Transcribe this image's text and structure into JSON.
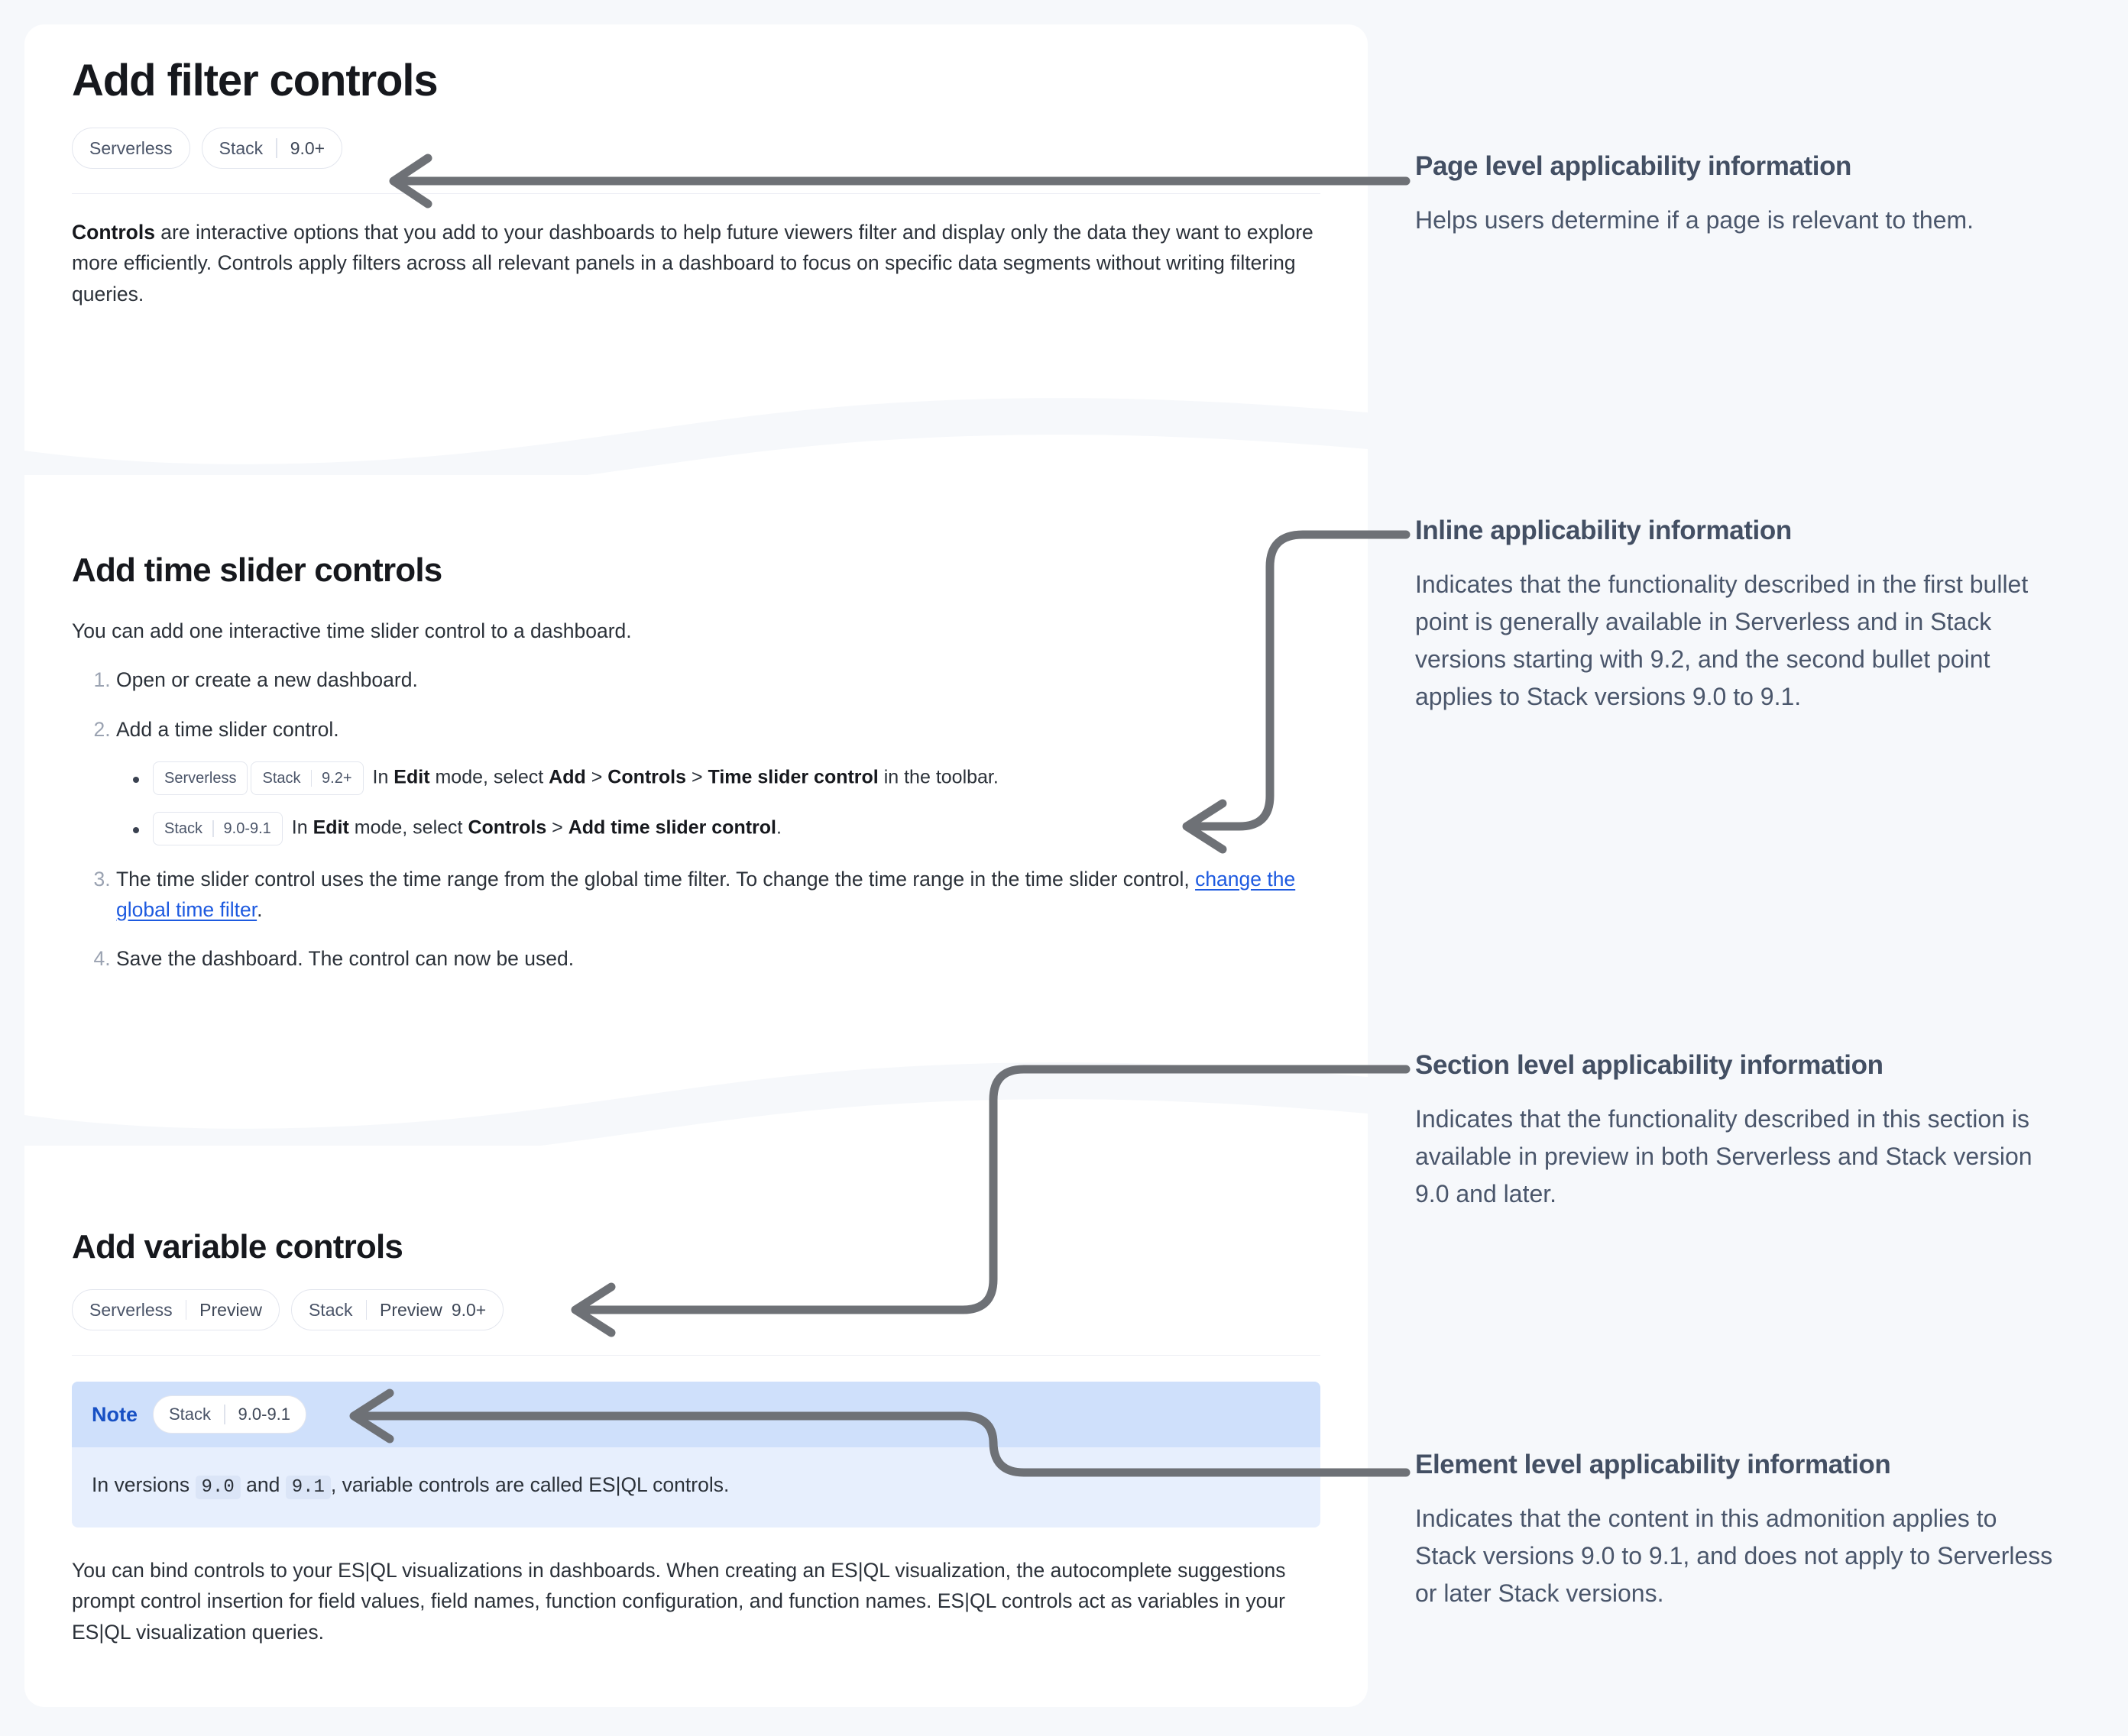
{
  "doc": {
    "page_title": "Add filter controls",
    "page_applicability": [
      {
        "label": "Serverless",
        "sub": "",
        "value": ""
      },
      {
        "label": "Stack",
        "sub": "",
        "value": "9.0+"
      }
    ],
    "intro_lead": "Controls",
    "intro_rest": " are interactive options that you add to your dashboards to help future viewers filter and display only the data they want to explore more efficiently. Controls apply filters across all relevant panels in a dashboard to focus on specific data segments without writing filtering queries.",
    "time_section": {
      "title": "Add time slider controls",
      "lead": "You can add one interactive time slider control to a dashboard.",
      "step1": "Open or create a new dashboard.",
      "step2": "Add a time slider control.",
      "bullets": [
        {
          "badges": [
            {
              "label": "Serverless",
              "value": ""
            },
            {
              "label": "Stack",
              "value": "9.2+"
            }
          ],
          "pre": "In ",
          "b1": "Edit",
          "mid1": " mode, select ",
          "b2": "Add",
          "sep1": " > ",
          "b3": "Controls",
          "sep2": " > ",
          "b4": "Time slider control",
          "tail": " in the toolbar."
        },
        {
          "badges": [
            {
              "label": "Stack",
              "value": "9.0-9.1"
            }
          ],
          "pre": "In ",
          "b1": "Edit",
          "mid1": " mode, select ",
          "b2": "Controls",
          "sep1": " > ",
          "b3": "Add time slider control",
          "sep2": "",
          "b4": "",
          "tail": "."
        }
      ],
      "step3_pre": "The time slider control uses the time range from the global time filter. To change the time range in the time slider control, ",
      "step3_link": "change the global time filter",
      "step3_post": ".",
      "step4": "Save the dashboard. The control can now be used."
    },
    "variable_section": {
      "title": "Add variable controls",
      "applicability": [
        {
          "label": "Serverless",
          "sub": "Preview",
          "value": ""
        },
        {
          "label": "Stack",
          "sub": "Preview",
          "value": "9.0+"
        }
      ],
      "note": {
        "label": "Note",
        "badge": {
          "label": "Stack",
          "value": "9.0-9.1"
        },
        "text_pre": "In versions ",
        "code1": "9.0",
        "text_mid": " and ",
        "code2": "9.1",
        "text_post": ", variable controls are called ES|QL controls."
      },
      "paragraph": "You can bind controls to your ES|QL visualizations in dashboards. When creating an ES|QL visualization, the autocomplete suggestions prompt control insertion for field values, field names, function configuration, and function names. ES|QL controls act as variables in your ES|QL visualization queries."
    }
  },
  "annotations": [
    {
      "id": "page",
      "title": "Page level applicability information",
      "desc": "Helps users determine if a page is relevant to them."
    },
    {
      "id": "inline",
      "title": "Inline applicability information",
      "desc": "Indicates that the functionality described in the first bullet point is generally available in Serverless and in Stack versions starting with 9.2, and the second bullet point applies to Stack versions 9.0 to 9.1."
    },
    {
      "id": "section",
      "title": "Section level applicability information",
      "desc": "Indicates that the functionality described in this section is available in preview in both Serverless and Stack version 9.0 and later."
    },
    {
      "id": "element",
      "title": "Element level applicability information",
      "desc": "Indicates that the content in this admonition applies to Stack versions 9.0 to 9.1, and does not apply to Serverless or later Stack versions."
    }
  ],
  "colors": {
    "page_background": "#f6f8fb",
    "panel_background": "#ffffff",
    "annotation_title": "#434f63",
    "annotation_text": "#4a566b",
    "arrow": "#6e7176",
    "link": "#1d5ae0",
    "note_header": "#cfe0fb",
    "note_body": "#e7effd",
    "note_label": "#1750c4"
  }
}
